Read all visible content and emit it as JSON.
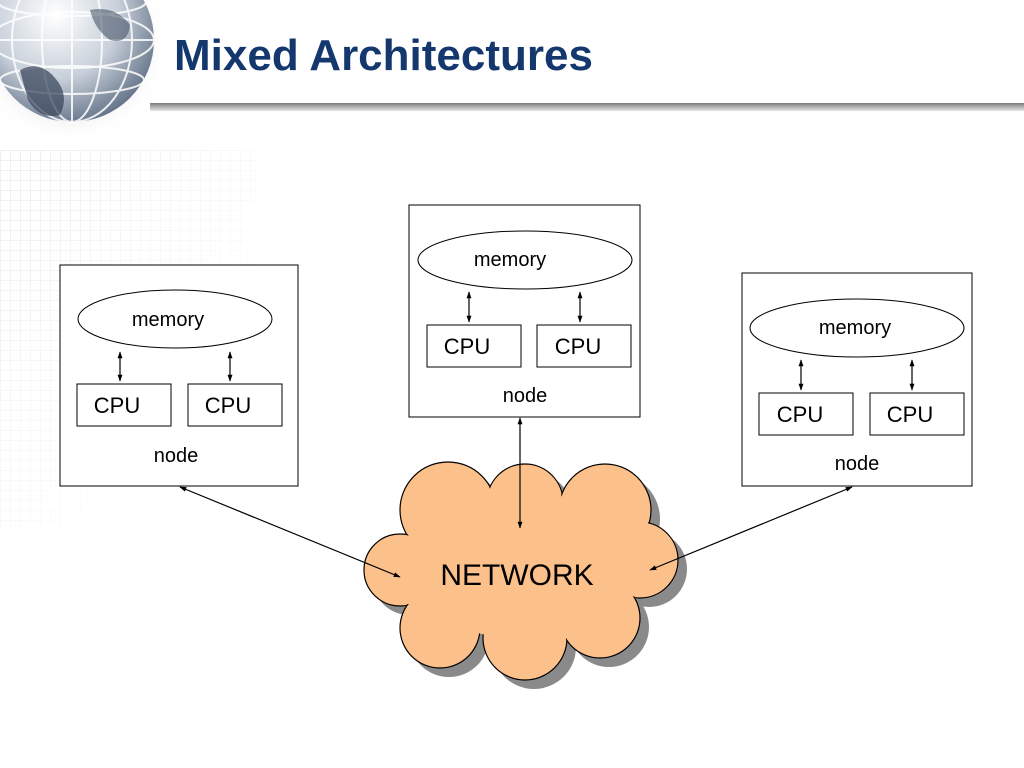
{
  "slide": {
    "title": "Mixed Architectures"
  },
  "colors": {
    "title": "#14386e",
    "cloud_fill": "#fcc08a",
    "cloud_shadow": "#8a8a8a",
    "line": "#000000"
  },
  "diagram": {
    "nodes": [
      {
        "memory_label": "memory",
        "cpu_labels": [
          "CPU",
          "CPU"
        ],
        "node_label": "node"
      },
      {
        "memory_label": "memory",
        "cpu_labels": [
          "CPU",
          "CPU"
        ],
        "node_label": "node"
      },
      {
        "memory_label": "memory",
        "cpu_labels": [
          "CPU",
          "CPU"
        ],
        "node_label": "node"
      }
    ],
    "network_label": "NETWORK"
  }
}
